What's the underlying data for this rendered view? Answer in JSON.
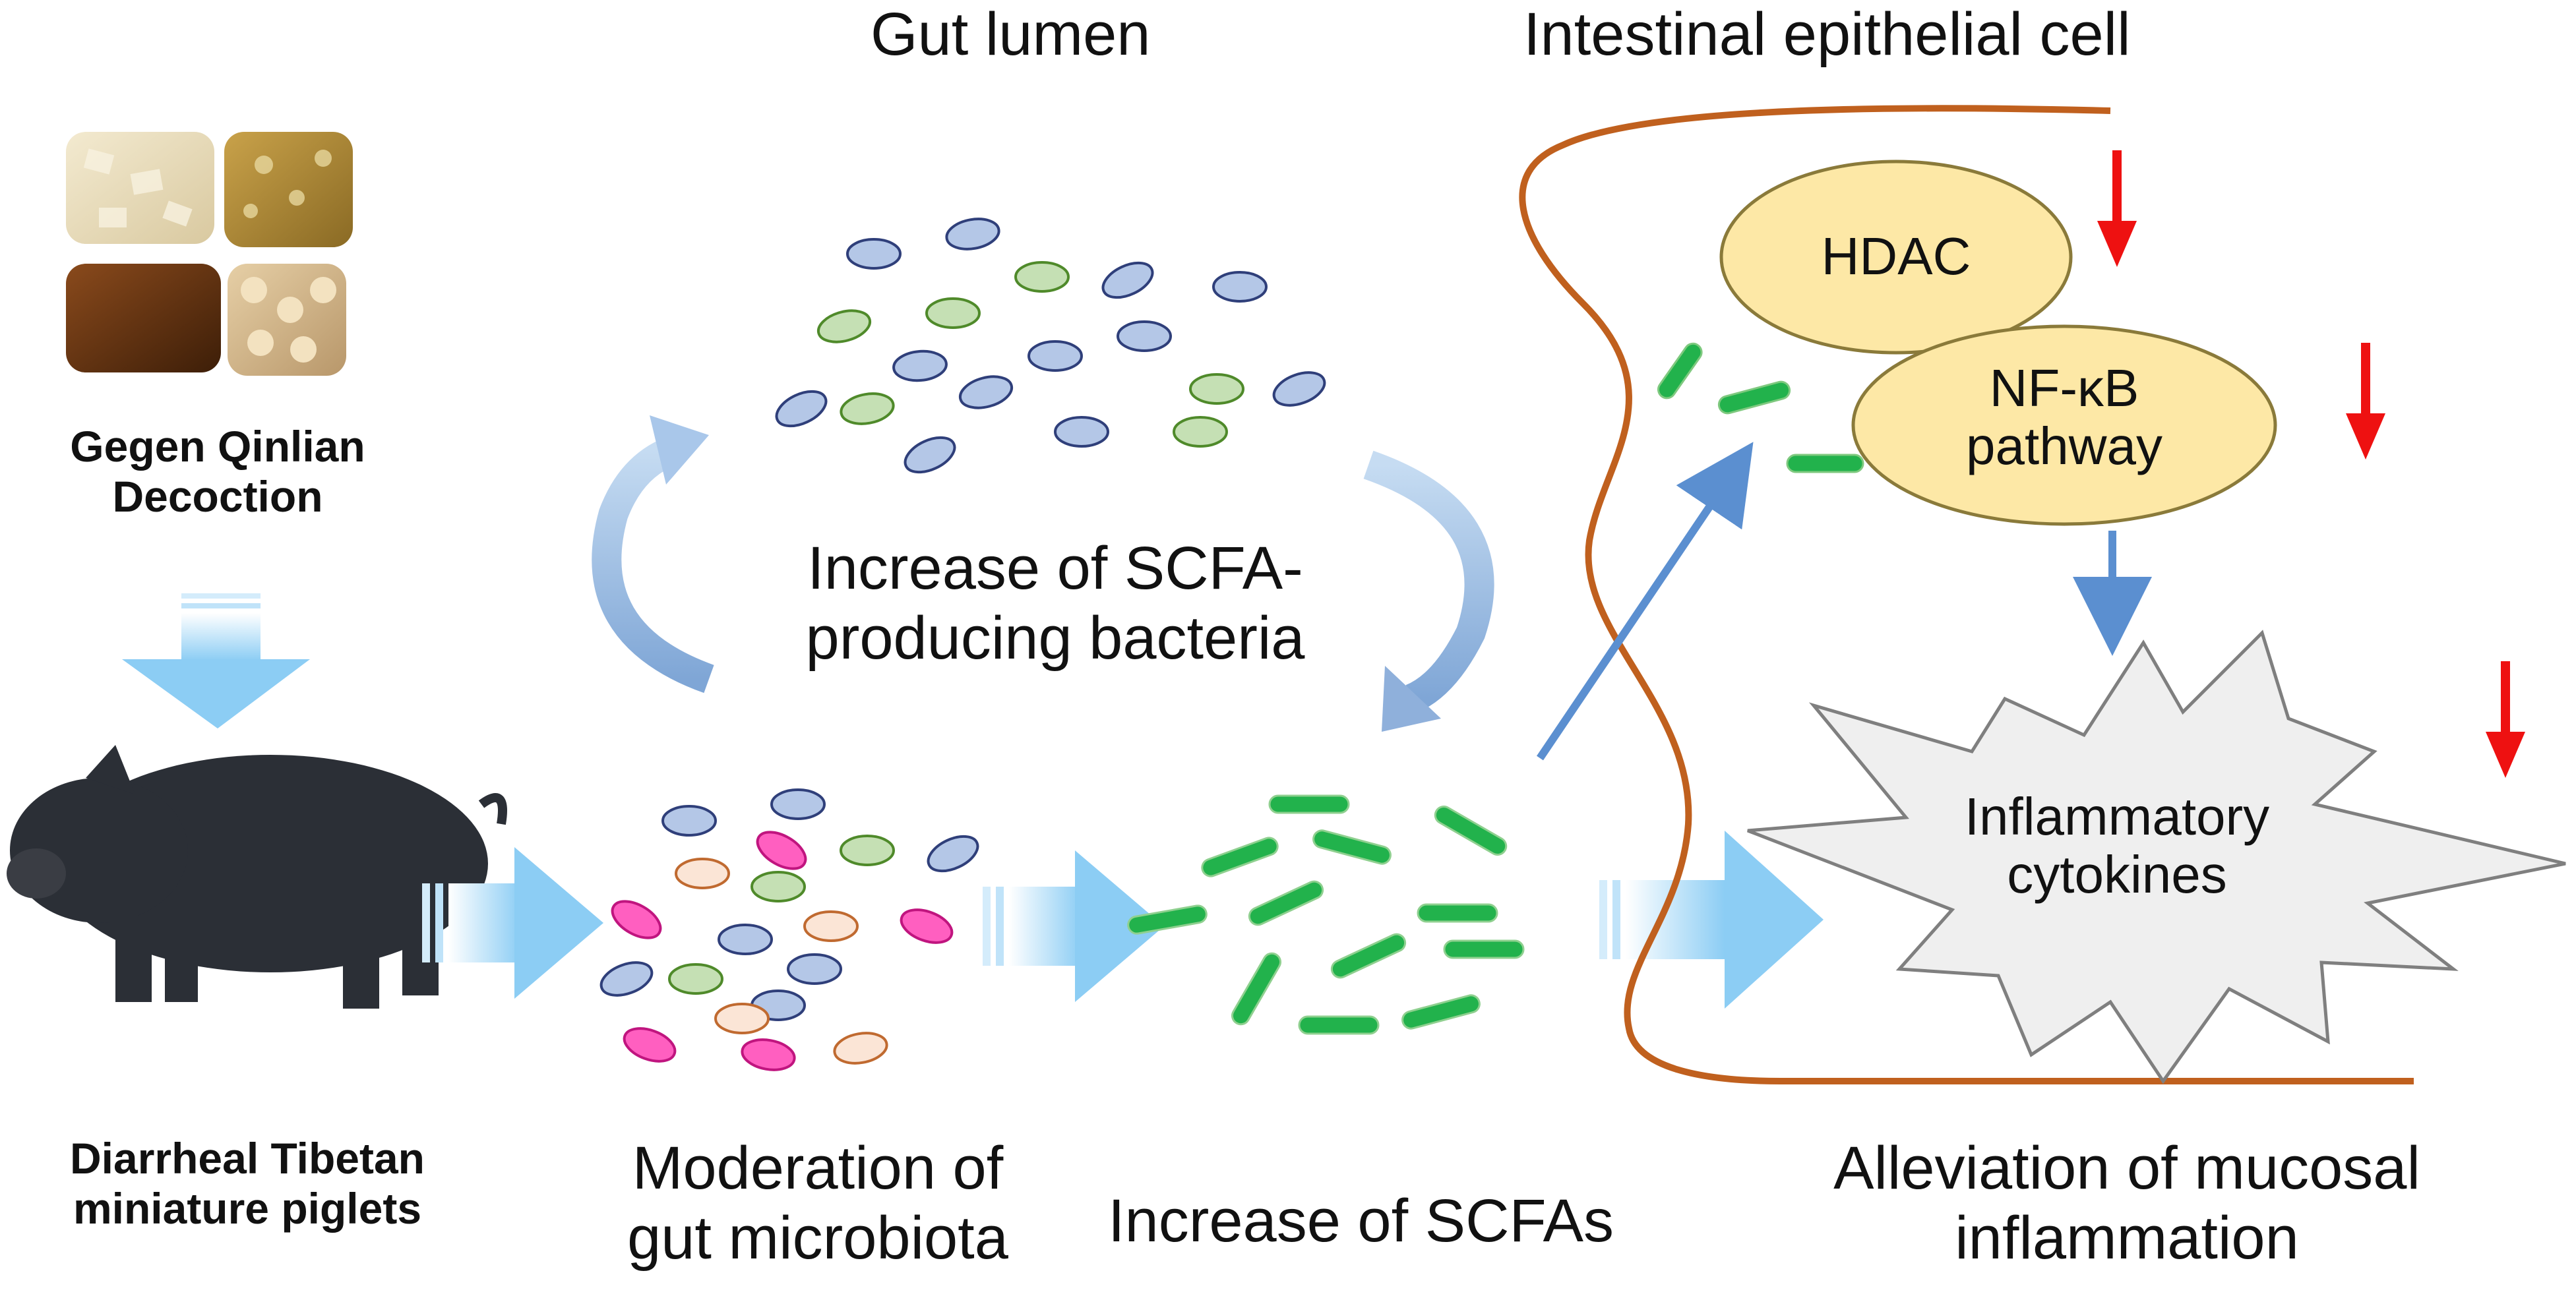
{
  "headers": {
    "gut_lumen": "Gut lumen",
    "epithelial_cell": "Intestinal epithelial cell"
  },
  "herbs": {
    "label": "Gegen Qinlian Decoction"
  },
  "piglet": {
    "label": "Diarrheal Tibetan miniature piglets"
  },
  "steps": {
    "moderation": "Moderation of gut microbiota",
    "increase_bacteria": "Increase of SCFA-producing bacteria",
    "increase_scfas": "Increase of SCFAs",
    "alleviation": "Alleviation of mucosal inflammation"
  },
  "nodes": {
    "hdac": "HDAC",
    "nfkb": "NF-κB pathway",
    "cytokines": "Inflammatory cytokines"
  },
  "colors": {
    "membrane": "#c0601e",
    "node_fill": "#fde8a6",
    "node_stroke": "#8a7a3a",
    "down_arrow": "#ee1111",
    "pathway_arrow": "#5b8fd0",
    "flow_arrow": "#a9d8f7",
    "cycle_arrow": "#8fb4de",
    "blue_bacteria": "#b4c7e7",
    "green_bacteria": "#c5e0b4",
    "pink_bacteria": "#ff5fc0",
    "peach_bacteria": "#fbe5d6",
    "scfa_rod": "#22b24c",
    "burst_fill": "#efefef"
  }
}
